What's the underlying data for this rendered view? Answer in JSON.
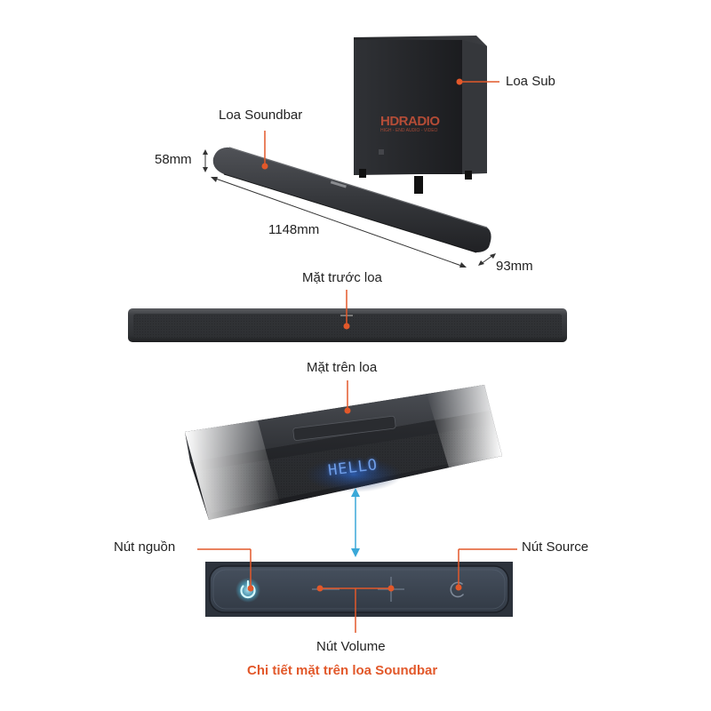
{
  "labels": {
    "sub": "Loa Sub",
    "soundbar": "Loa Soundbar",
    "height": "58mm",
    "width": "1148mm",
    "depth": "93mm",
    "front": "Mặt trước loa",
    "top": "Mặt trên loa",
    "power": "Nút nguồn",
    "source": "Nút Source",
    "volume": "Nút Volume"
  },
  "display_text": "HELLO",
  "watermark": {
    "brand": "HDRADIO",
    "tagline": "HIGH - END AUDIO - VIDEO"
  },
  "caption": "Chi tiết mặt trên loa Soundbar",
  "colors": {
    "accent": "#e2582a",
    "arrow_blue": "#3aa8d8",
    "speaker_dark": "#2a2b2e",
    "panel": "#3b4350",
    "power_glow": "#4fd7ff"
  }
}
